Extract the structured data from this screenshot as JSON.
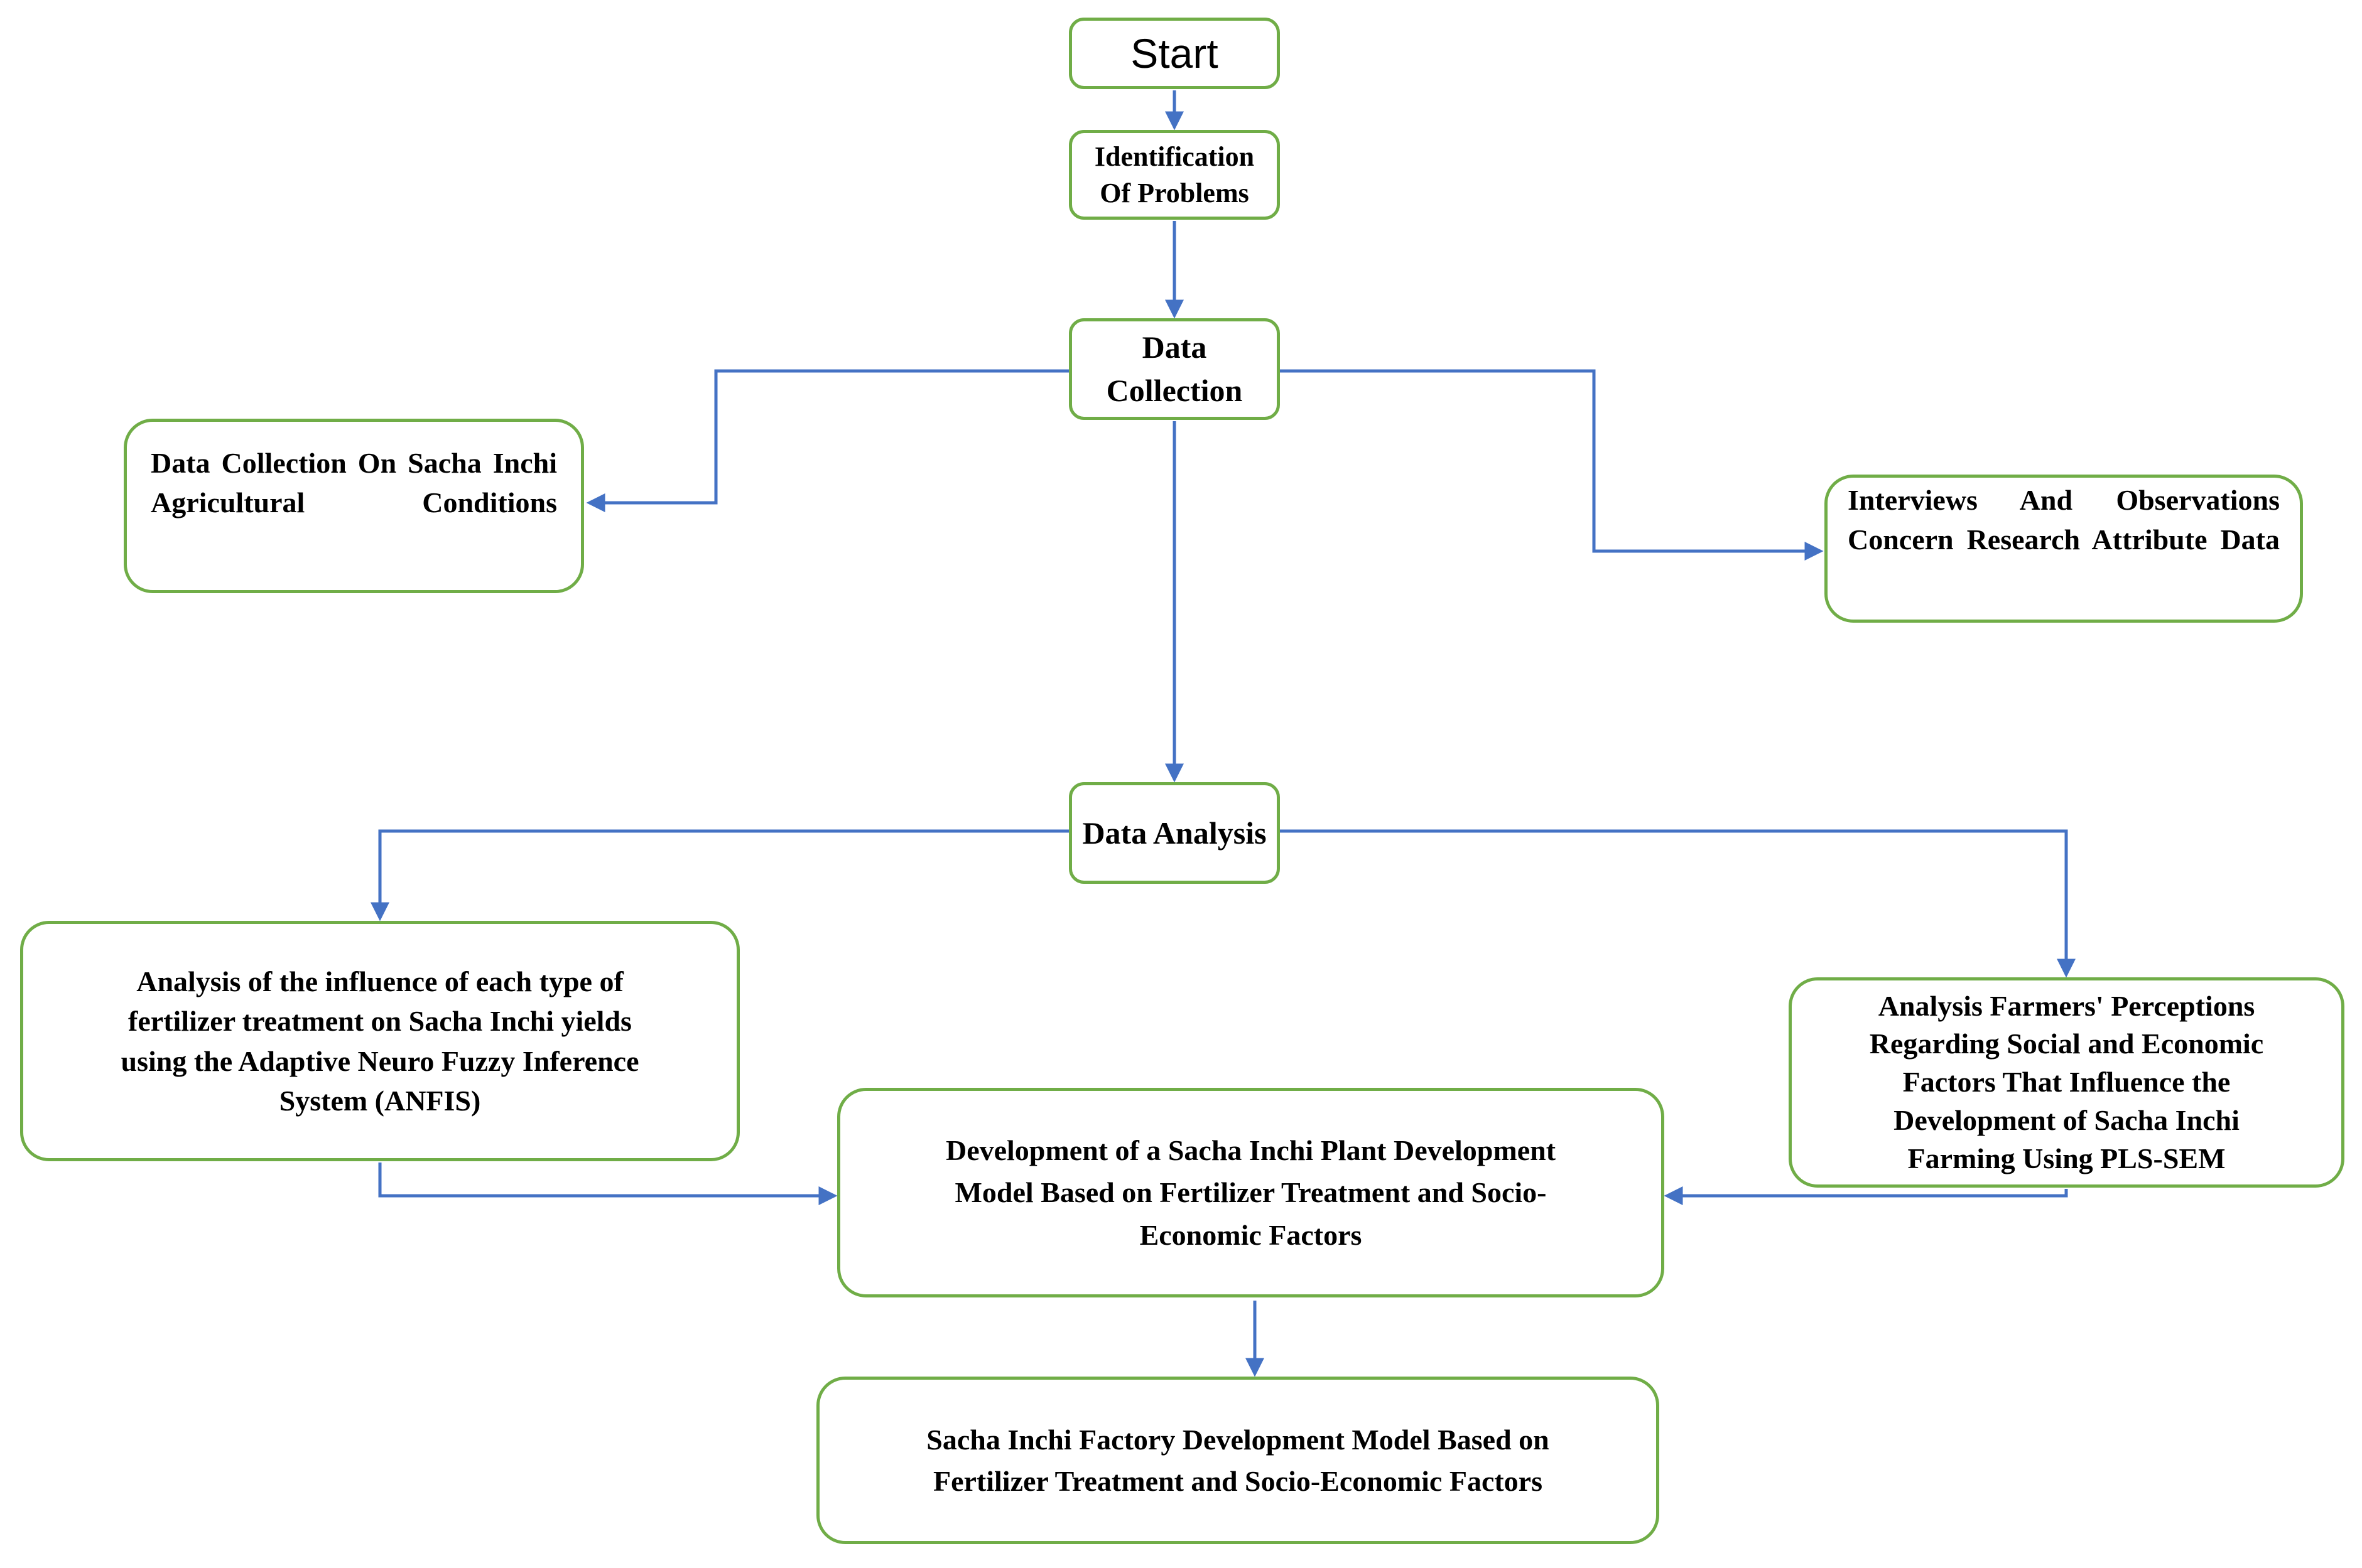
{
  "diagram": {
    "title": "Research methodology flowchart",
    "colors": {
      "box_border": "#70ad47",
      "arrow": "#4472c4",
      "text": "#000000",
      "background": "#ffffff"
    },
    "nodes": {
      "start": {
        "label": "Start"
      },
      "identification": {
        "label": "Identification\nOf Problems"
      },
      "data_collection": {
        "label": "Data Collection"
      },
      "agricultural_conditions": {
        "label": "Data Collection On Sacha Inchi Agricultural Conditions"
      },
      "interviews": {
        "label": "Interviews And Observations Concern Research Attribute Data"
      },
      "data_analysis": {
        "label": "Data Analysis"
      },
      "anfis": {
        "label": "Analysis of the influence of each type of\nfertilizer treatment on Sacha Inchi yields\nusing the Adaptive Neuro Fuzzy Inference\nSystem (ANFIS)"
      },
      "pls_sem": {
        "label": "Analysis Farmers' Perceptions\nRegarding Social and Economic\nFactors That Influence the\nDevelopment of Sacha Inchi\nFarming Using PLS-SEM"
      },
      "development_model": {
        "label": "Development of a Sacha Inchi Plant Development\nModel Based on Fertilizer Treatment and Socio-\nEconomic Factors"
      },
      "factory_model": {
        "label": "Sacha Inchi Factory Development Model Based on\nFertilizer Treatment and Socio-Economic Factors"
      }
    },
    "connections": [
      {
        "from": "start",
        "to": "identification"
      },
      {
        "from": "identification",
        "to": "data_collection"
      },
      {
        "from": "data_collection",
        "to": "agricultural_conditions"
      },
      {
        "from": "data_collection",
        "to": "interviews"
      },
      {
        "from": "data_collection",
        "to": "data_analysis"
      },
      {
        "from": "data_analysis",
        "to": "anfis"
      },
      {
        "from": "data_analysis",
        "to": "pls_sem"
      },
      {
        "from": "anfis",
        "to": "development_model"
      },
      {
        "from": "pls_sem",
        "to": "development_model"
      },
      {
        "from": "development_model",
        "to": "factory_model"
      }
    ]
  }
}
